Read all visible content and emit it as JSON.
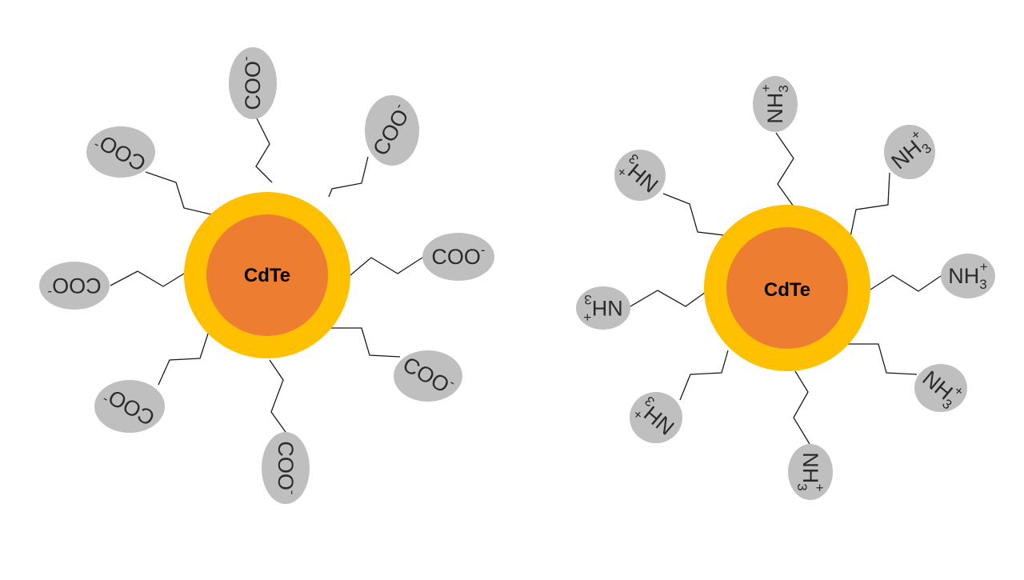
{
  "colors": {
    "shell": "#FFC000",
    "core": "#ED7D31",
    "ligand_head": "#BFBFBF",
    "chain": "#1a1a1a",
    "label_text": "#2b2b2b"
  },
  "particles": [
    {
      "core_label": "CdTe",
      "ligand_type": "carboxylate",
      "ligand_count": 8,
      "ligand": {
        "main": "COO",
        "sub": "",
        "charge": "-"
      }
    },
    {
      "core_label": "CdTe",
      "ligand_type": "ammonium",
      "ligand_count": 8,
      "ligand": {
        "main": "NH",
        "sub": "3",
        "charge": "+"
      }
    }
  ]
}
